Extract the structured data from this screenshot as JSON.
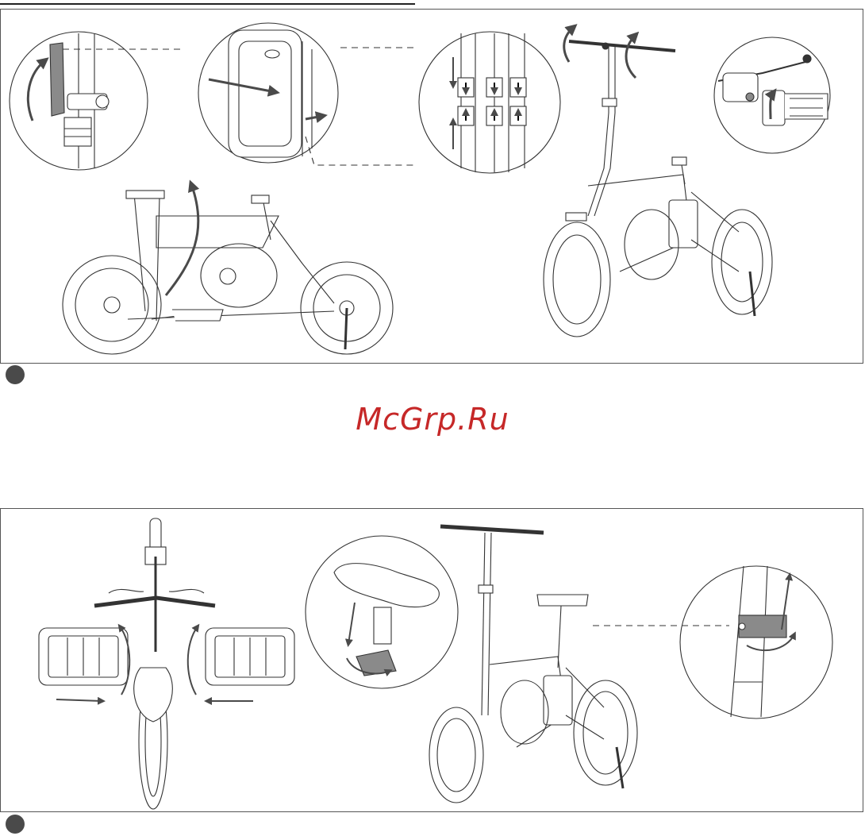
{
  "watermark": {
    "text": "McGrp.Ru",
    "color": "#c62828"
  },
  "colors": {
    "ink": "#333333",
    "arrow": "#4a4a4a",
    "frame": "#555555",
    "lever": "#8a8a8a"
  },
  "steps": [
    {
      "marker": "filled-circle",
      "icons": [
        "hinge-latch-detail",
        "battery-detail",
        "cable-direction-detail",
        "brake-lever-detail",
        "folded-bike",
        "unfolded-bike"
      ]
    },
    {
      "marker": "filled-circle",
      "icons": [
        "pedals-front-view",
        "seat-clamp-detail",
        "unfolded-bike-with-seat",
        "stem-clamp-detail"
      ]
    }
  ]
}
